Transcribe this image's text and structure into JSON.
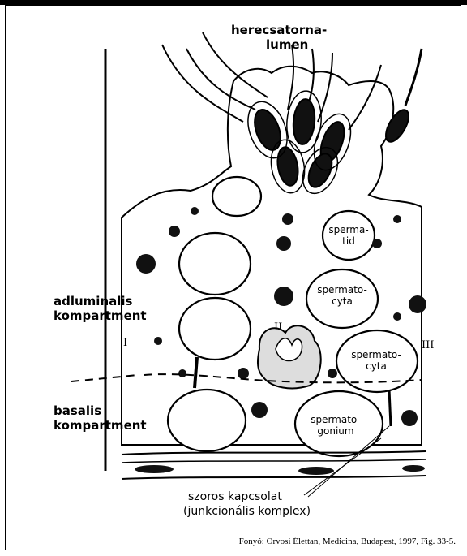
{
  "labels": {
    "lumen_line1": "herecsatorna-",
    "lumen_line2": "lumen",
    "adluminal_line1": "adluminalis",
    "adluminal_line2": "kompartment",
    "basal_line1": "basalis",
    "basal_line2": "kompartment",
    "spermatid_line1": "sperma-",
    "spermatid_line2": "tid",
    "spermatocyta1_line1": "spermato-",
    "spermatocyta1_line2": "cyta",
    "spermatocyta2_line1": "spermato-",
    "spermatocyta2_line2": "cyta",
    "spermatogonium_line1": "spermato-",
    "spermatogonium_line2": "gonium",
    "roman_1": "I",
    "roman_2": "II",
    "roman_3": "III",
    "junction_line1": "szoros kapcsolat",
    "junction_line2": "(junkcionális komplex)",
    "caption": "Fonyó: Orvosi Élettan, Medicina, Budapest, 1997, Fig. 33-5."
  }
}
